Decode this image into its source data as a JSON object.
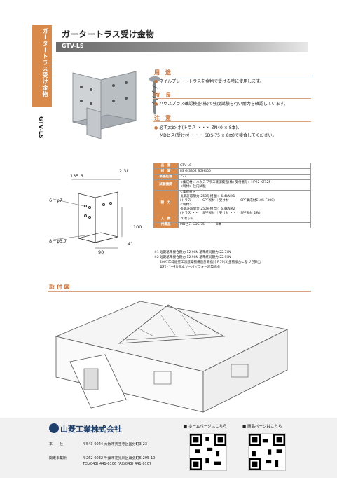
{
  "side": {
    "band_text": "ガータートラス受け金物",
    "code": "GTV-LS"
  },
  "header": {
    "title": "ガータートラス受け金物",
    "model": "GTV-LS"
  },
  "sections": {
    "use": {
      "label": "用　途",
      "text": "ネイルプレートトラスを金物で受ける時に使用します。"
    },
    "feature": {
      "label": "特　長",
      "text": "ハウスプラス確認検査(株)で強度試験を行い耐力を確認しています。"
    },
    "caution": {
      "label": "注　意",
      "line1": "必ず太め(ボ(トラス ・・・ ZN40 × 8本)、",
      "line2": "MDビス(受け材 ・・・ SDS-75 × 8本)で接合してください。"
    }
  },
  "drawing": {
    "d1": "135.6",
    "d2": "2.3t",
    "d3": "6－φ7",
    "d4": "100",
    "d5": "8－φ3.7",
    "d6": "90",
    "d7": "41"
  },
  "spec": {
    "r1k": "品　番",
    "r1v": "GTV-LS",
    "r2k": "材　質",
    "r2v": "JIS G 3302  SGH400",
    "r3k": "表面処理",
    "r3v": "Z27",
    "r4k": "試験機関",
    "r4v1": "<集成材> ハウスプラス確認検査(株)  受付番号：HP22-KT125",
    "r4v2": "<製材> 社内試験",
    "r5k": "耐　力",
    "r5a": "<集成材>",
    "r5b": "長期許容耐力(250号相当)：6.4kN※1",
    "r5c": "(トラス ・・・ SPF製材  ｜受け材 ・・・ SPF集成材E105-F300)",
    "r5d": "<製材>",
    "r5e": "長期許容耐力(250号相当)：6.4kN※2",
    "r5f": "(トラス ・・・ SPF製材  ｜受け材 ・・・ SPF製材 2枚)",
    "r6k": "入　数",
    "r6v": "20セット",
    "r7k": "付属品",
    "r7v": "MDビス  SDS-75 ・・・ 8本"
  },
  "notes": {
    "n1": "※1 短期基準接合耐力 12.9kN  基準終局耐力 22.7kN",
    "n2": "※2 短期基準接合耐力 12.9kN  基準終局耐力 22.9kN",
    "n3": "2007年枠組壁工法建築物構造計算指針 P.79(3)金物接合に基づき算出",
    "n4": "発行／(一社)日本ツーバイフォー建築協会"
  },
  "install": {
    "label": "取 付 図"
  },
  "footer": {
    "company": "山菱工業株式会社",
    "hq_label": "本　　社",
    "hq_addr": "〒543-0044  大阪市天王寺区国分町3-23",
    "east_label": "関東事業所",
    "east_addr": "〒262-0032  千葉市花見川区幕張町6-295-10",
    "east_tel": "TEL(043) 441-6106  FAX(043) 441-6107",
    "home_label": "■ ホームページはこちら",
    "product_label": "■ 商品ページはこちら"
  }
}
